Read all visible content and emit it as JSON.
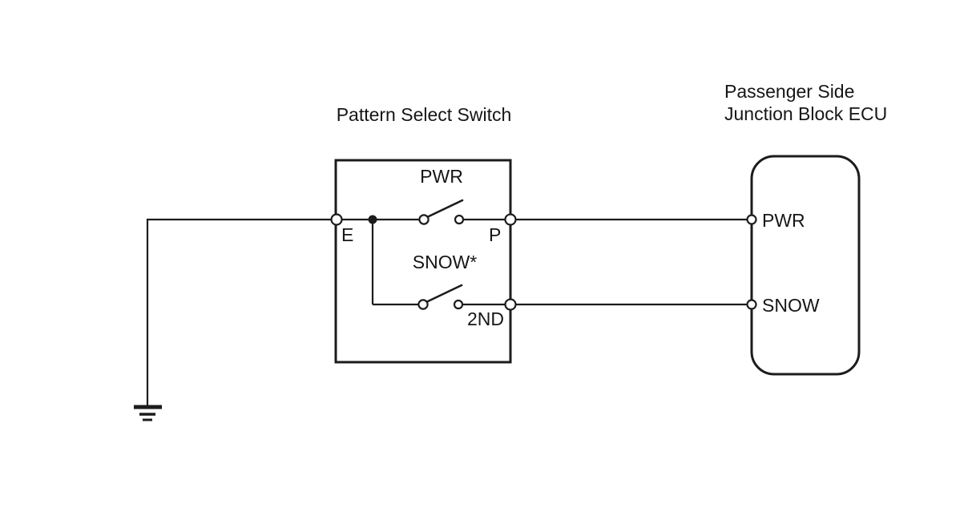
{
  "diagram": {
    "background_color": "#ffffff",
    "line_color": "#1c1c1c",
    "pattern_select_switch": {
      "title": "Pattern Select Switch",
      "circuit_pwr_label": "PWR",
      "circuit_snow_label": "SNOW*",
      "terminal_e": "E",
      "terminal_p": "P",
      "terminal_2nd": "2ND"
    },
    "junction_block_ecu": {
      "title_line1": "Passenger Side",
      "title_line2": "Junction Block ECU",
      "terminal_pwr": "PWR",
      "terminal_snow": "SNOW"
    }
  }
}
